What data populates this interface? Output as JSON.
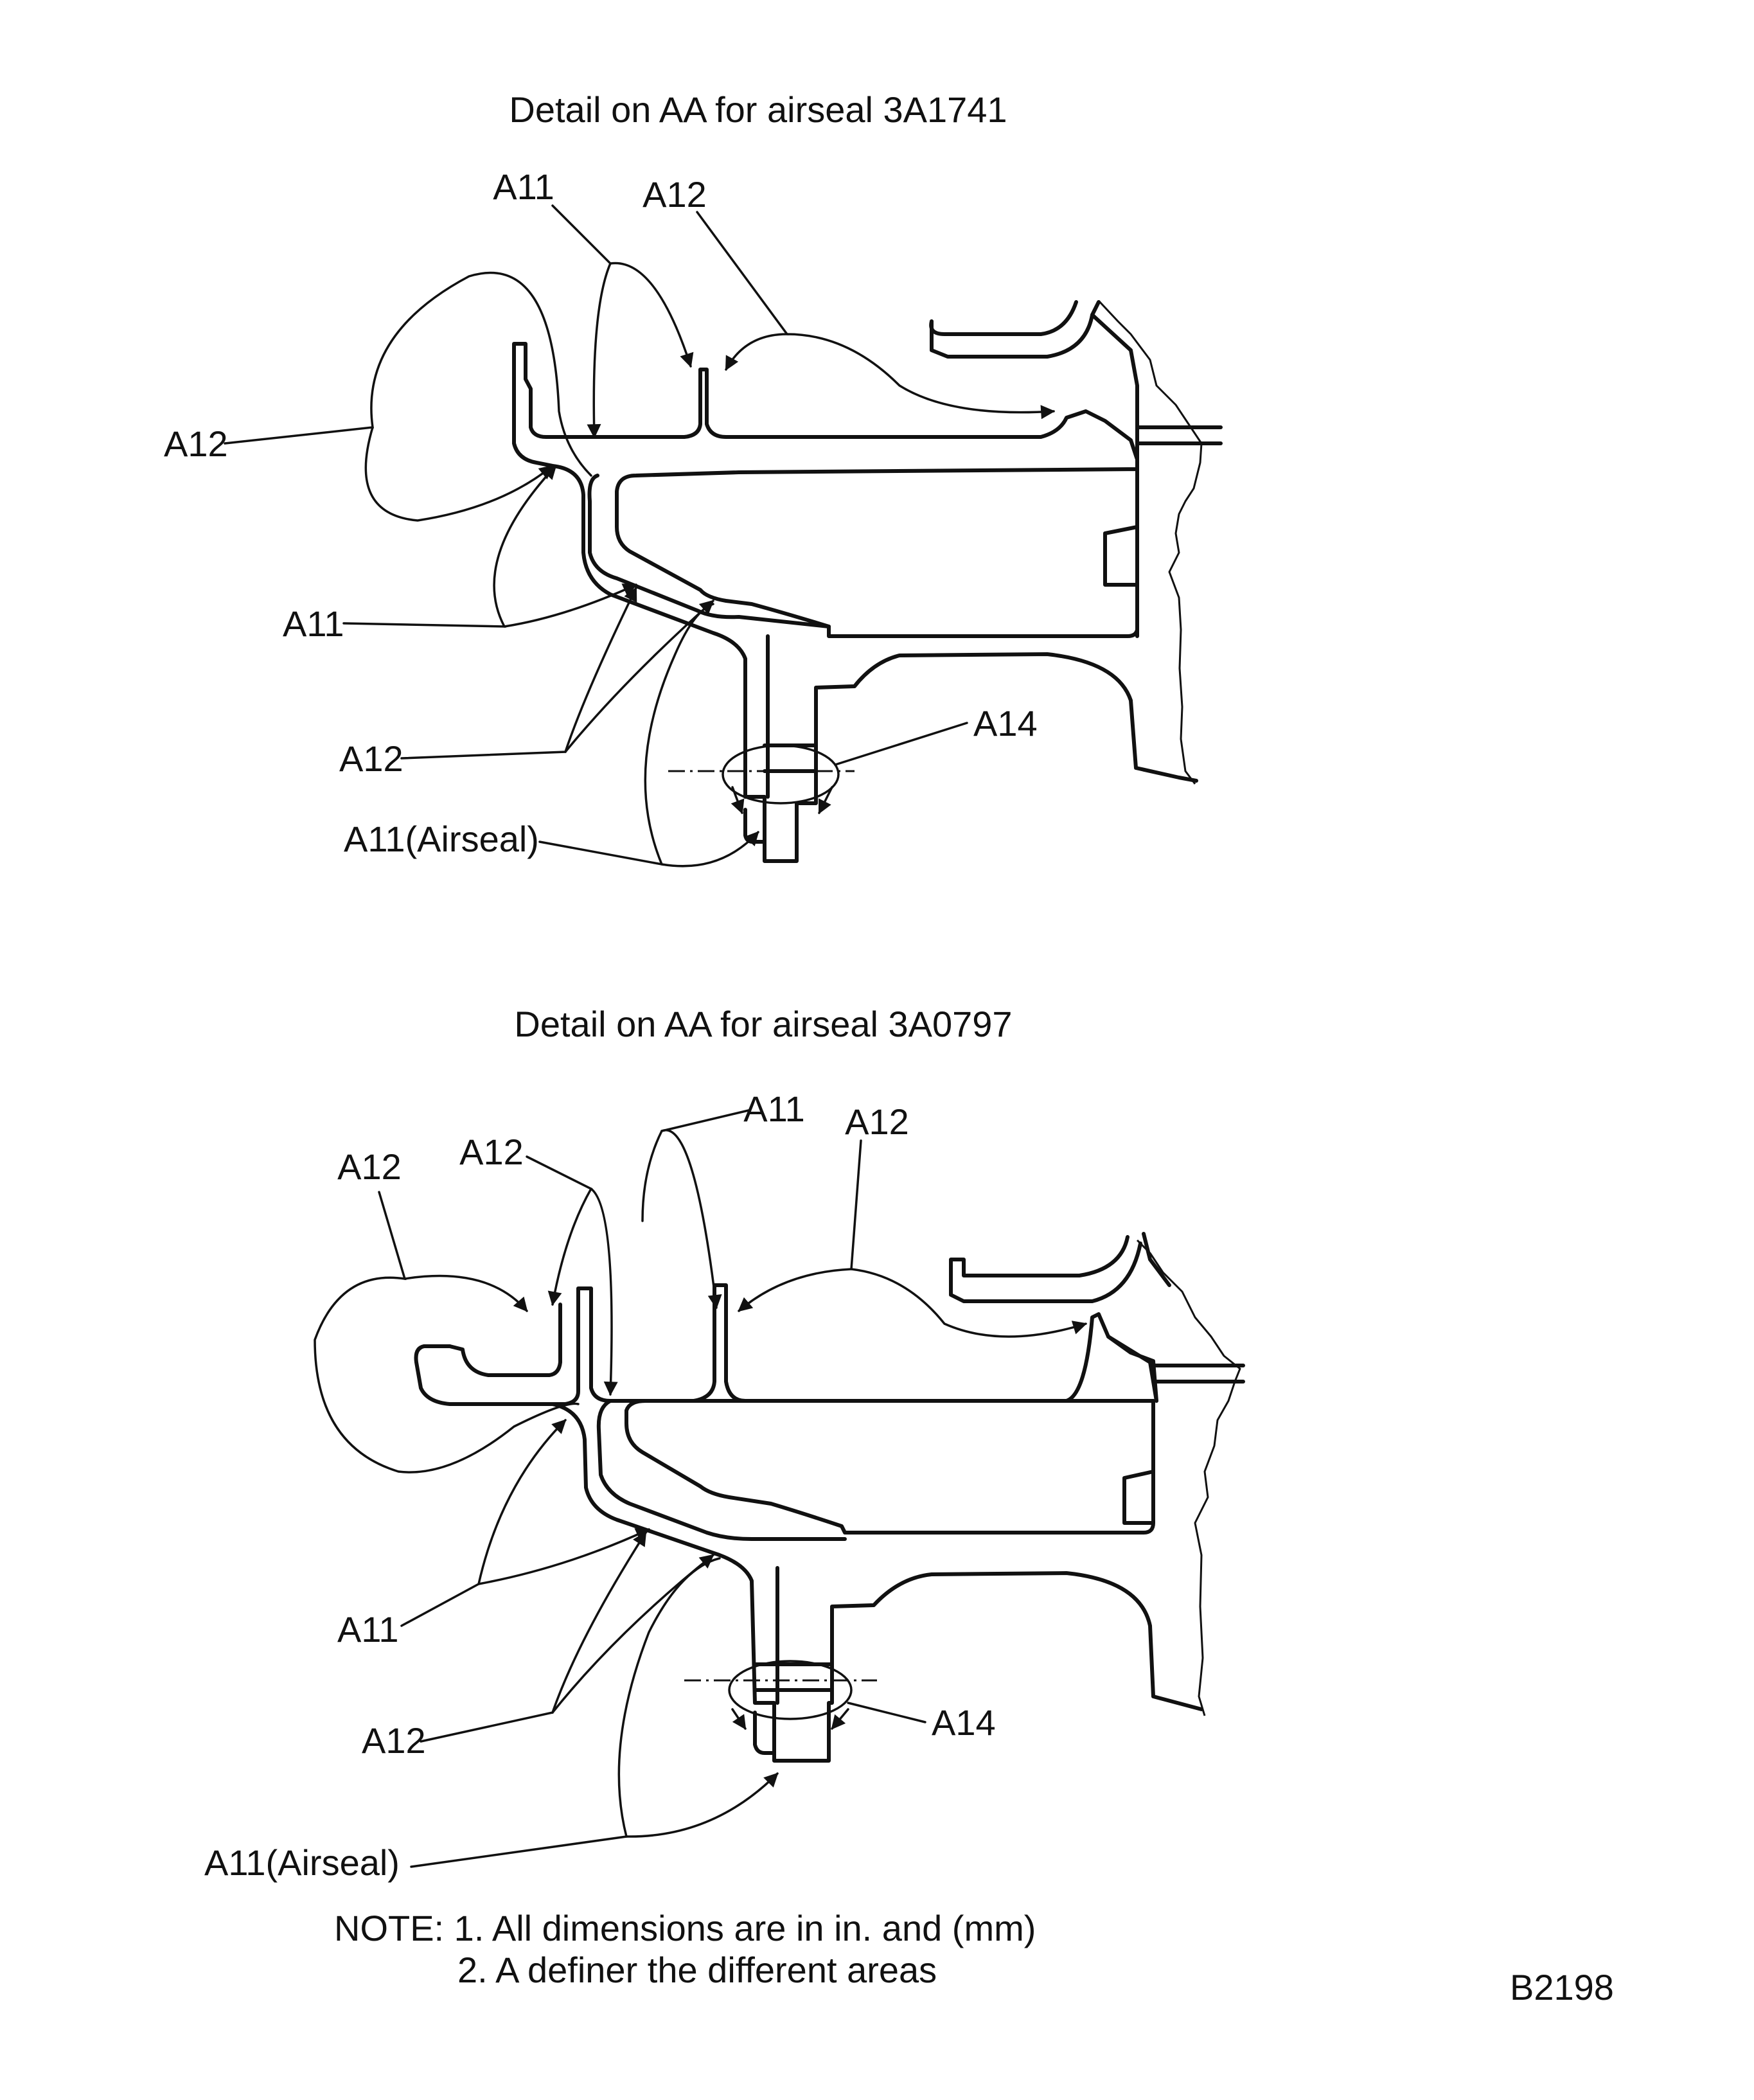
{
  "figure_id": "B2198",
  "details": [
    {
      "title": "Detail on AA for airseal 3A1741",
      "labels": {
        "a11_top": "A11",
        "a12_top": "A12",
        "a12_left": "A12",
        "a11_left": "A11",
        "a12_low": "A12",
        "a14": "A14",
        "a11_airseal": "A11(Airseal)"
      }
    },
    {
      "title": "Detail on AA for airseal 3A0797",
      "labels": {
        "a12_far_left": "A12",
        "a12_left_top": "A12",
        "a11_top": "A11",
        "a12_top": "A12",
        "a11_left": "A11",
        "a12_low": "A12",
        "a14": "A14",
        "a11_airseal": "A11(Airseal)"
      }
    }
  ],
  "note": {
    "line1": "NOTE: 1. All dimensions are in in. and (mm)",
    "line2": "2. A definer the different areas"
  }
}
